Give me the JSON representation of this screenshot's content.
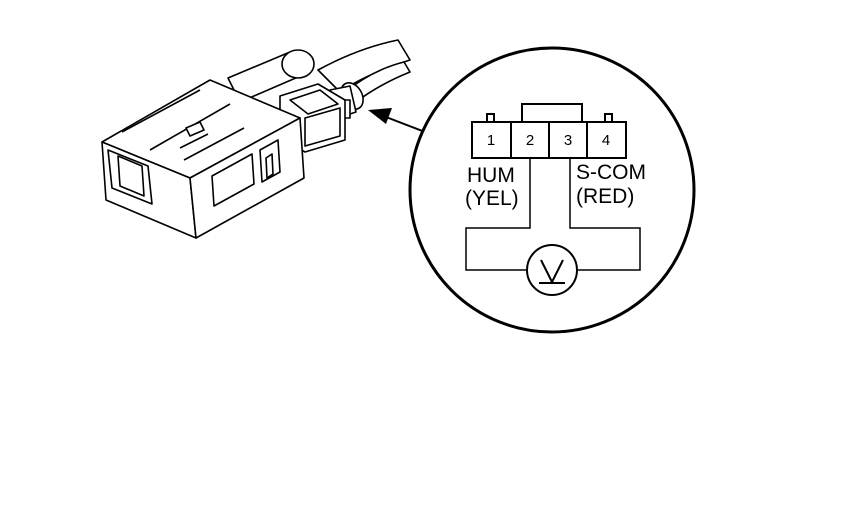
{
  "diagram": {
    "connector_pins": [
      {
        "number": "1"
      },
      {
        "number": "2"
      },
      {
        "number": "3"
      },
      {
        "number": "4"
      }
    ],
    "labels": {
      "hum": "HUM",
      "hum_color": "(YEL)",
      "scom": "S-COM",
      "scom_color": "(RED)"
    },
    "meter": {
      "symbol": "V"
    },
    "colors": {
      "line": "#000000",
      "background": "#ffffff"
    }
  }
}
